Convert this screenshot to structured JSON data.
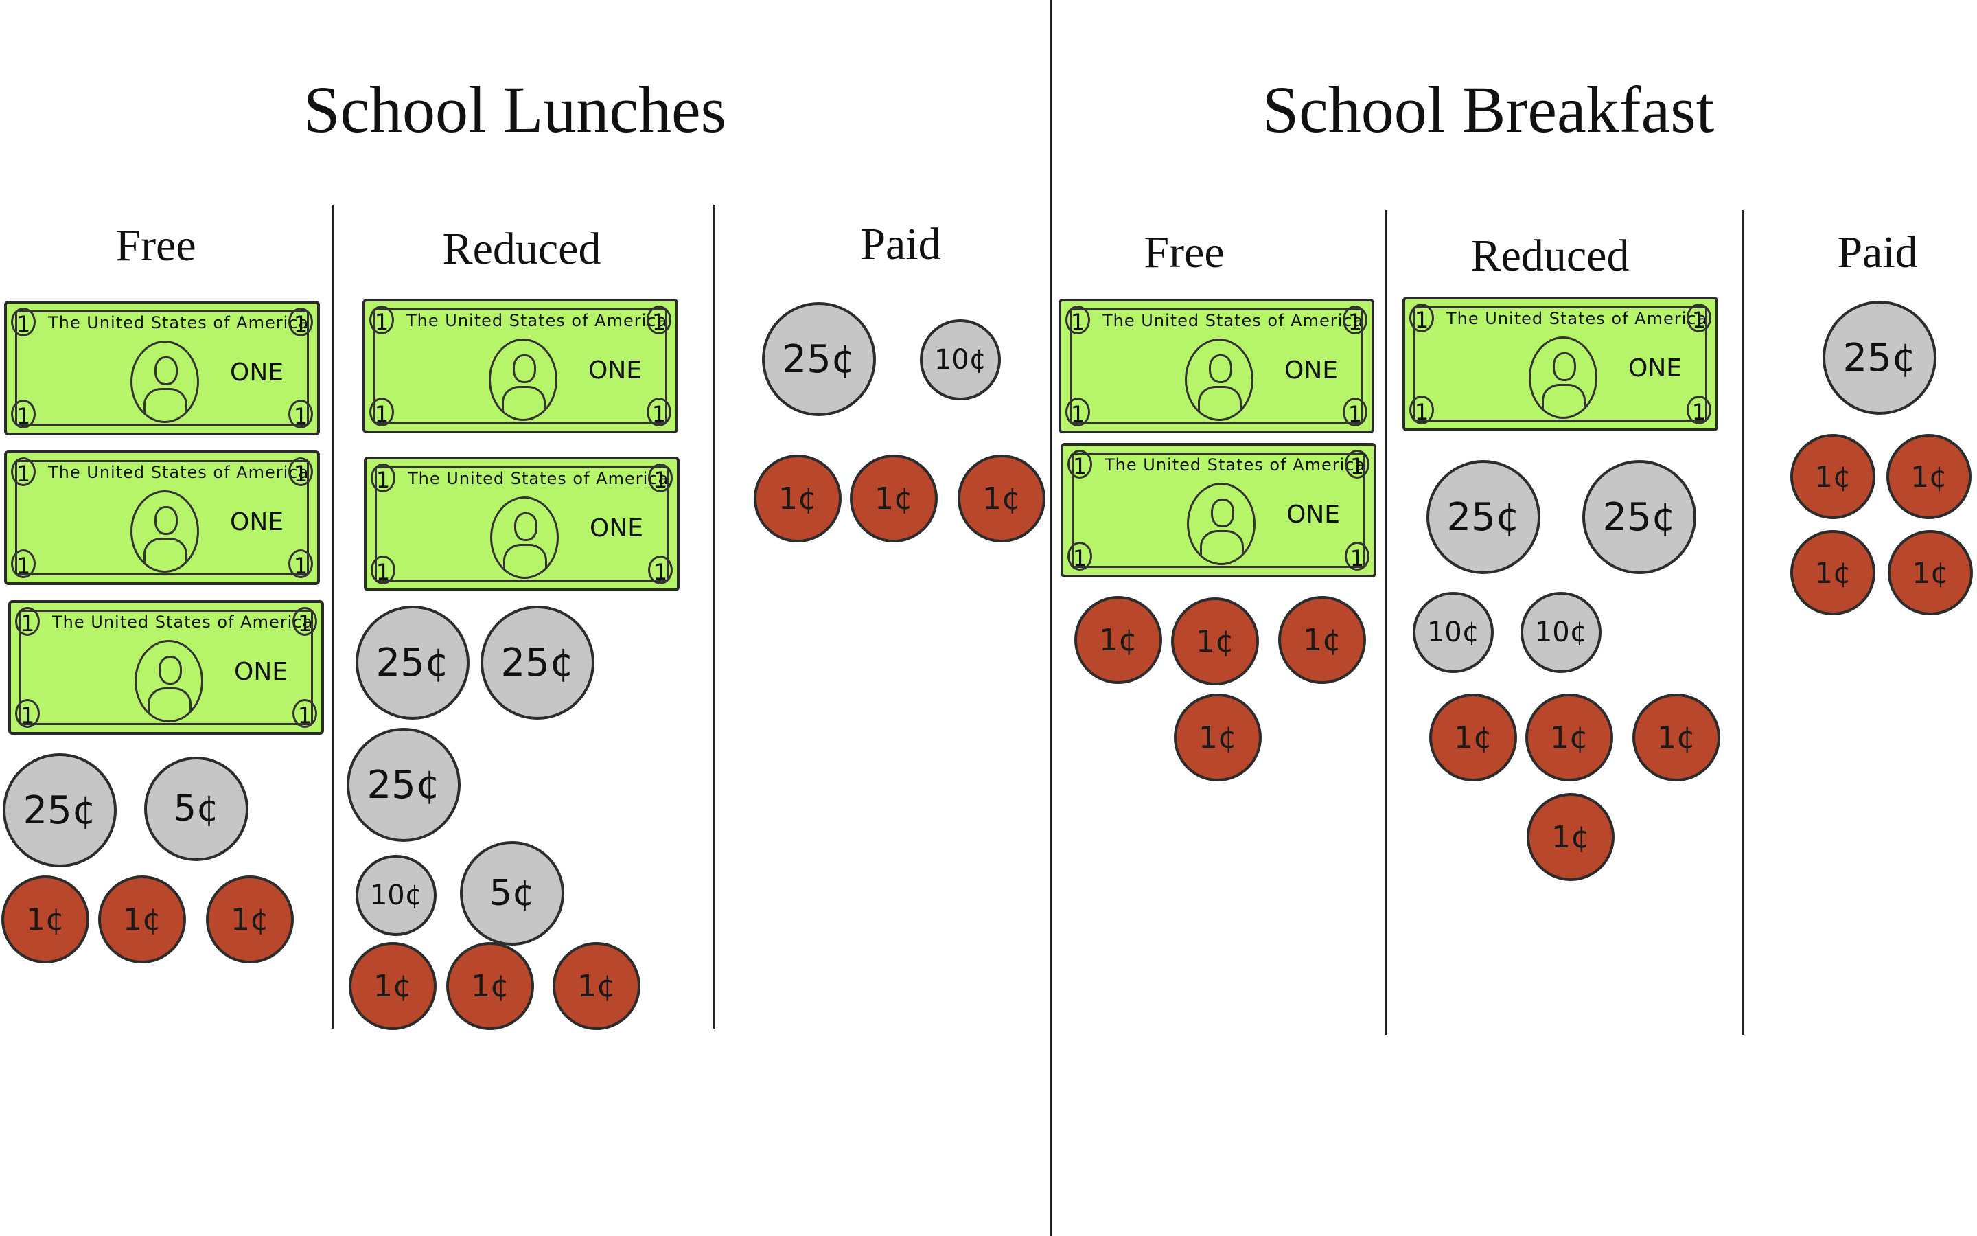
{
  "bill": {
    "header": "The United States of America",
    "word": "ONE",
    "corner": "1"
  },
  "sections": [
    {
      "title": "School Lunches",
      "columns": [
        {
          "label": "Free",
          "bills": 3,
          "coins": [
            "25¢",
            "5¢",
            "1¢",
            "1¢",
            "1¢"
          ]
        },
        {
          "label": "Reduced",
          "bills": 2,
          "coins": [
            "25¢",
            "25¢",
            "25¢",
            "10¢",
            "5¢",
            "1¢",
            "1¢",
            "1¢"
          ]
        },
        {
          "label": "Paid",
          "bills": 0,
          "coins": [
            "25¢",
            "10¢",
            "1¢",
            "1¢",
            "1¢"
          ]
        }
      ]
    },
    {
      "title": "School Breakfast",
      "columns": [
        {
          "label": "Free",
          "bills": 2,
          "coins": [
            "1¢",
            "1¢",
            "1¢",
            "1¢"
          ]
        },
        {
          "label": "Reduced",
          "bills": 1,
          "coins": [
            "25¢",
            "25¢",
            "10¢",
            "10¢",
            "1¢",
            "1¢",
            "1¢",
            "1¢"
          ]
        },
        {
          "label": "Paid",
          "bills": 0,
          "coins": [
            "25¢",
            "1¢",
            "1¢",
            "1¢",
            "1¢"
          ]
        }
      ]
    }
  ],
  "colors": {
    "bill": "#b6f56a",
    "silver_coin": "#c6c6c6",
    "penny_coin": "#b8472c"
  }
}
